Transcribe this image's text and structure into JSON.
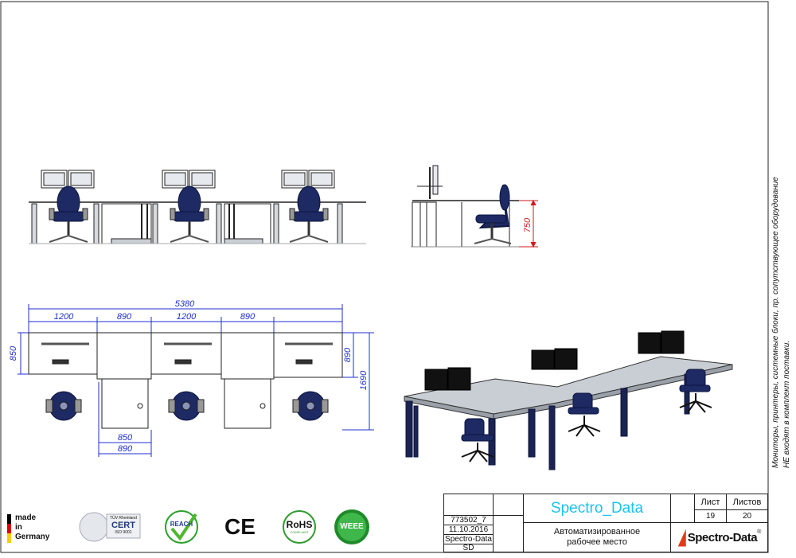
{
  "dimensions": {
    "total_width": "5380",
    "seg_1200_a": "1200",
    "seg_890_a": "890",
    "seg_1200_b": "1200",
    "seg_890_b": "890",
    "left_depth": "850",
    "right_depth_890": "890",
    "right_depth_1690": "1690",
    "bottom_850": "850",
    "bottom_890": "890",
    "side_height": "750"
  },
  "side_note": {
    "line1": "Мониторы, принтеры, системные блоки, пр. сопутствующее оборудование",
    "line2": "НЕ входят в комплект поставки."
  },
  "title_block": {
    "doc_number": "773502_7",
    "date": "11.10.2016",
    "company": "Spectro-Data",
    "code": "SD",
    "project_title": "Spectro_Data",
    "description": "Автоматизированное рабочее место",
    "sheet_label": "Лист",
    "sheets_label": "Листов",
    "sheet_value": "19",
    "sheets_value": "20",
    "brand": "Spectro-Data",
    "brand_mark": "®"
  },
  "certifications": {
    "made_line1": "made",
    "made_line2": "in",
    "made_line3": "Germany",
    "tuv_top": "TÜV Rheinland",
    "tuv_cert": "CERT",
    "tuv_iso": "ISO 9001",
    "reach": "REACH",
    "ce": "CE",
    "rohs": "RoHS",
    "rohs_sub": "COMPLIANT",
    "weee": "WEEE"
  },
  "colors": {
    "dimension_blue": "#1f2fd0",
    "dimension_red": "#d01a1a",
    "chair_navy": "#1d2a63",
    "frame_navy": "#1b2450",
    "desk_grey": "#c9ced4",
    "title_cyan": "#19c4ee",
    "brand_red": "#e03a1e"
  }
}
